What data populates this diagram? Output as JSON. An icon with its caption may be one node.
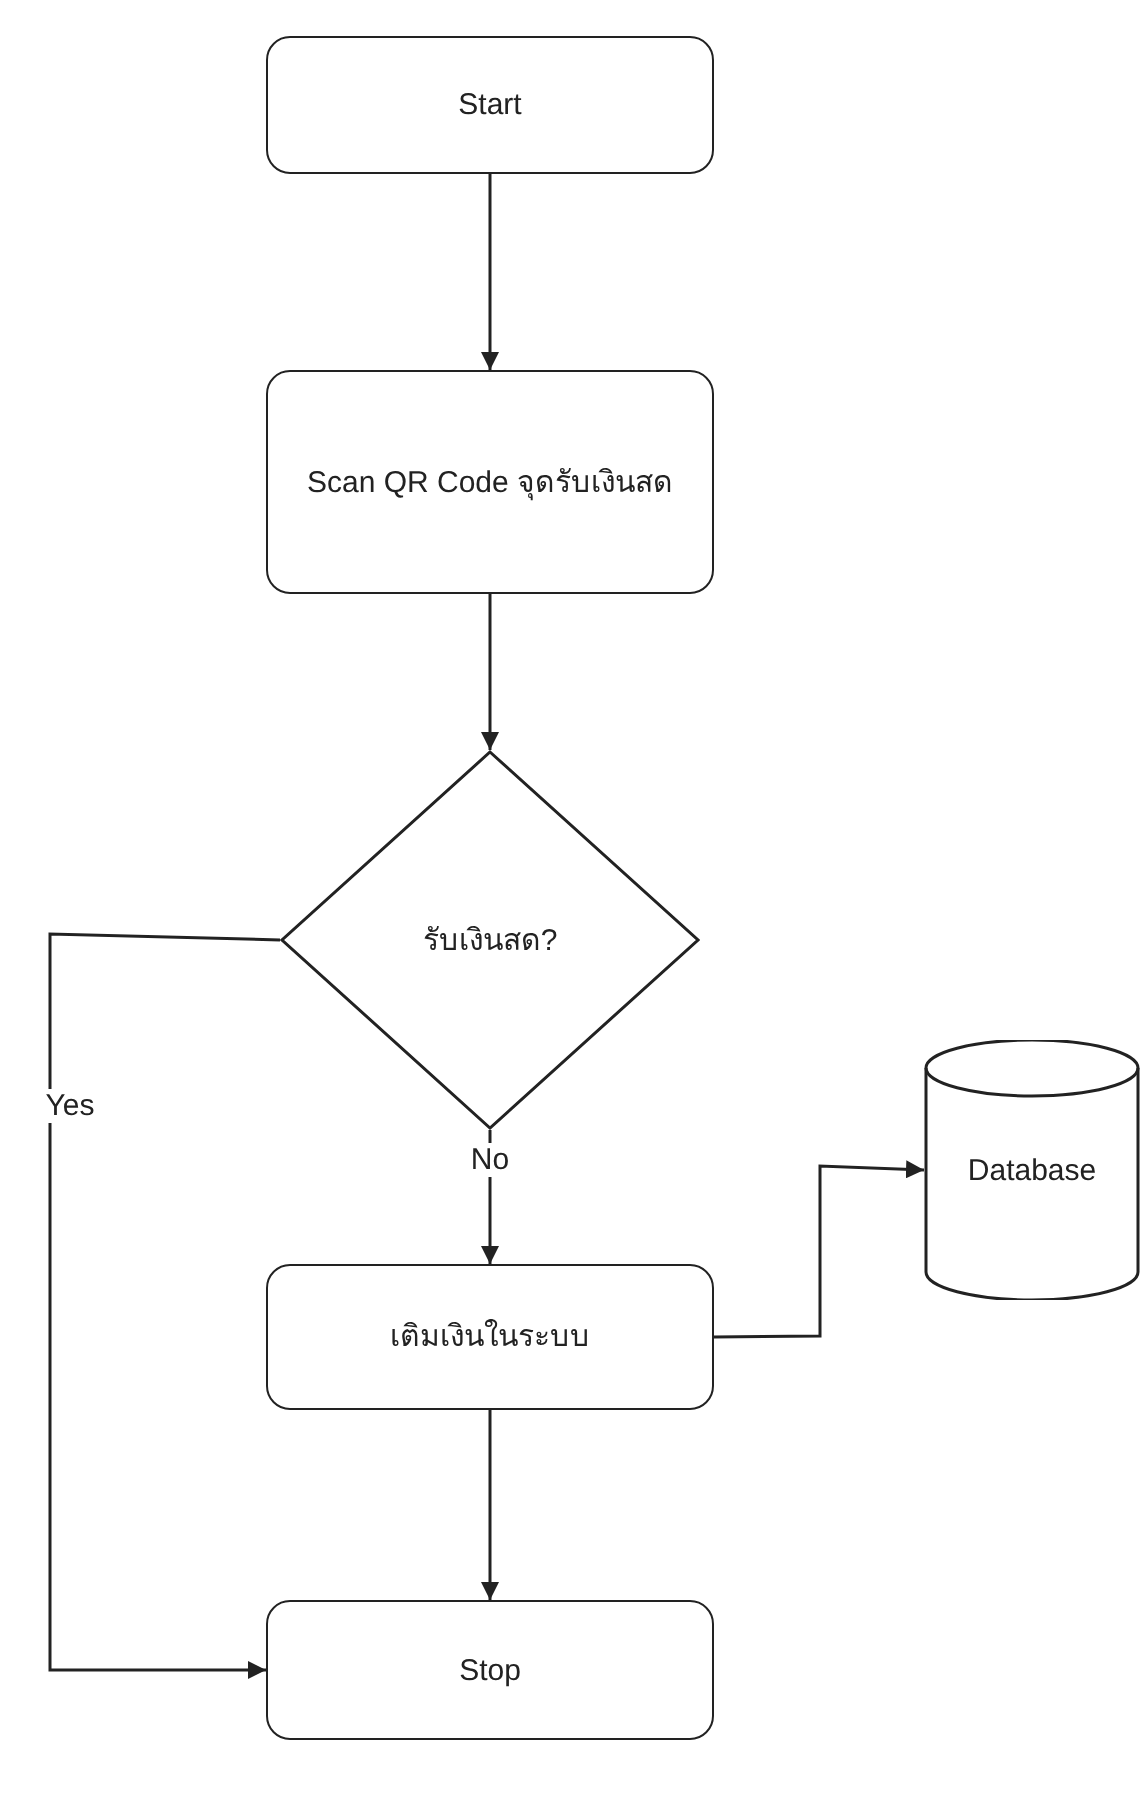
{
  "diagram": {
    "nodes": [
      {
        "text": [
          "Start"
        ]
      },
      {
        "text": [
          "Scan QR Code จุดรับเงินสด"
        ]
      },
      {
        "text": [
          "รับเงินสด?"
        ]
      },
      {
        "text": [
          "เติมเงินในระบบ"
        ]
      },
      {
        "text": [
          "Stop"
        ]
      },
      {
        "text": [
          "Database"
        ]
      }
    ],
    "edges": [
      {
        "from": 0,
        "to": 1,
        "arrow": "to"
      },
      {
        "from": 1,
        "to": 2,
        "arrow": "to"
      },
      {
        "from": 2,
        "to": 3,
        "arrow": "to",
        "label": "No"
      },
      {
        "from": 2,
        "to": 4,
        "arrow": "to",
        "label": "Yes"
      },
      {
        "from": 3,
        "to": 4,
        "arrow": "to"
      },
      {
        "from": 3,
        "to": 5,
        "arrow": "to"
      }
    ]
  }
}
